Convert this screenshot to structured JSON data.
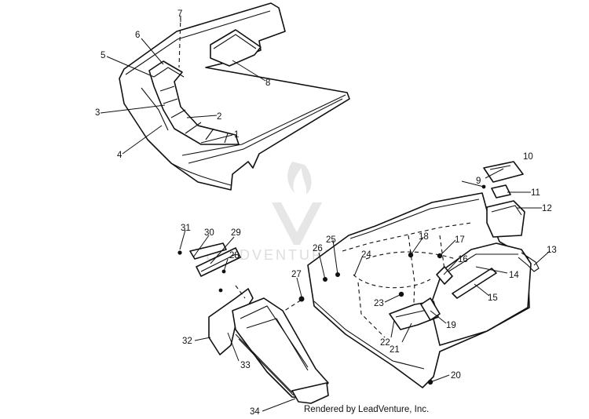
{
  "callouts": [
    "1",
    "2",
    "3",
    "4",
    "5",
    "6",
    "7",
    "8",
    "9",
    "10",
    "11",
    "12",
    "13",
    "14",
    "15",
    "16",
    "17",
    "18",
    "19",
    "20",
    "21",
    "22",
    "23",
    "24",
    "25",
    "26",
    "27",
    "28",
    "29",
    "30",
    "31",
    "32",
    "33",
    "34"
  ],
  "watermark": {
    "text": "LEADVENTURE"
  },
  "footer": {
    "text": "Rendered by LeadVenture, Inc."
  }
}
